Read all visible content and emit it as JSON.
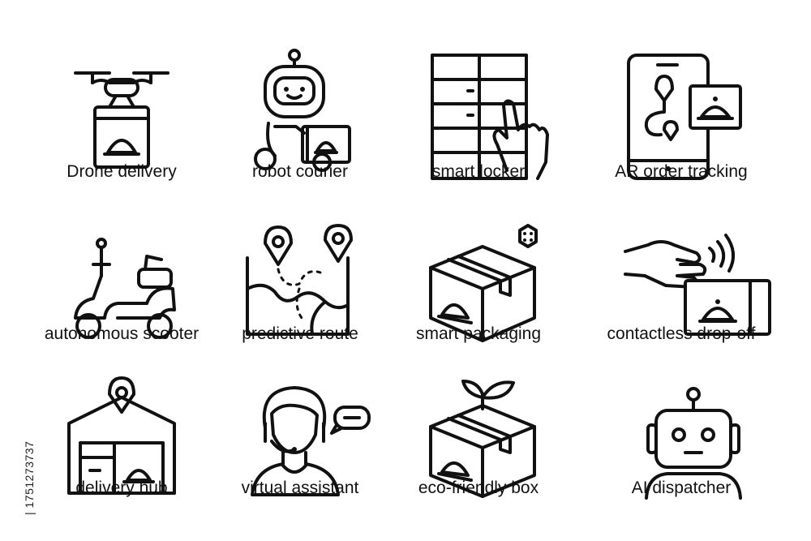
{
  "icons": [
    {
      "label": "Drone delivery",
      "icon": "drone-icon"
    },
    {
      "label": "robot courier",
      "icon": "robot-courier-icon"
    },
    {
      "label": "smart locker",
      "icon": "smart-locker-icon"
    },
    {
      "label": "AR order tracking",
      "icon": "ar-phone-icon"
    },
    {
      "label": "autonomous scooter",
      "icon": "scooter-icon"
    },
    {
      "label": "predictive route",
      "icon": "route-map-icon"
    },
    {
      "label": "smart packaging",
      "icon": "smart-box-icon"
    },
    {
      "label": "contactless drop-off",
      "icon": "contactless-hand-icon"
    },
    {
      "label": "delivery hub",
      "icon": "warehouse-icon"
    },
    {
      "label": "virtual assistant",
      "icon": "headset-agent-icon"
    },
    {
      "label": "eco-friendly box",
      "icon": "eco-box-icon"
    },
    {
      "label": "AI dispatcher",
      "icon": "ai-robot-icon"
    }
  ],
  "stock_id": "| 1751273737"
}
